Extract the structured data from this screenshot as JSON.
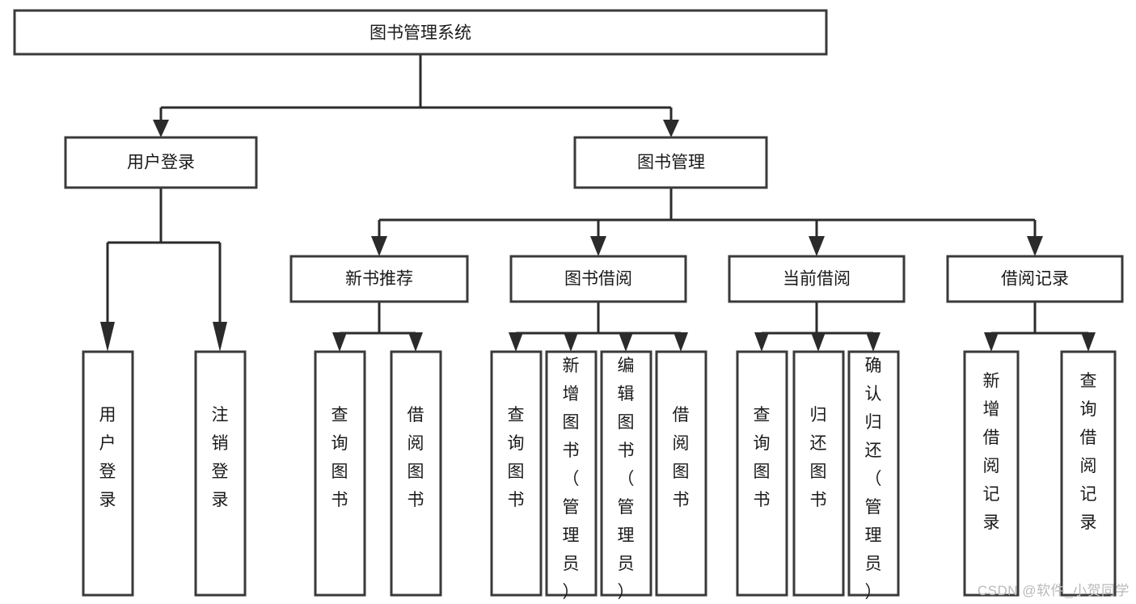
{
  "diagram": {
    "type": "tree-flowchart",
    "title": "图书管理系统",
    "watermark": "CSDN @软件_小贺同学",
    "colors": {
      "box_stroke": "#3a3a3a",
      "box_fill": "#ffffff",
      "connector": "#2b2b2b",
      "text": "#1a1a1a",
      "watermark": "#b9b9b9",
      "background": "#ffffff"
    },
    "levels": {
      "level1": "root",
      "level2": "modules",
      "level3": "sub-modules",
      "level4": "operations"
    },
    "nodes": {
      "root": {
        "label": "图书管理系统",
        "orientation": "horizontal"
      },
      "level2": [
        {
          "label": "用户登录",
          "orientation": "horizontal"
        },
        {
          "label": "图书管理",
          "orientation": "horizontal"
        }
      ],
      "level3": [
        {
          "label": "新书推荐",
          "orientation": "horizontal"
        },
        {
          "label": "图书借阅",
          "orientation": "horizontal"
        },
        {
          "label": "当前借阅",
          "orientation": "horizontal"
        },
        {
          "label": "借阅记录",
          "orientation": "horizontal"
        }
      ],
      "leaves": {
        "user_login": [
          {
            "label": "用户登录",
            "orientation": "vertical"
          },
          {
            "label": "注销登录",
            "orientation": "vertical"
          }
        ],
        "new_book_recommend": [
          {
            "label": "查询图书",
            "orientation": "vertical"
          },
          {
            "label": "借阅图书",
            "orientation": "vertical"
          }
        ],
        "book_borrow": [
          {
            "label": "查询图书",
            "orientation": "vertical"
          },
          {
            "label": "新增图书（管理员）",
            "orientation": "vertical"
          },
          {
            "label": "编辑图书（管理员）",
            "orientation": "vertical"
          },
          {
            "label": "借阅图书",
            "orientation": "vertical"
          }
        ],
        "current_borrow": [
          {
            "label": "查询图书",
            "orientation": "vertical"
          },
          {
            "label": "归还图书",
            "orientation": "vertical"
          },
          {
            "label": "确认归还（管理员）",
            "orientation": "vertical"
          }
        ],
        "borrow_record": [
          {
            "label": "新增借阅记录",
            "orientation": "vertical"
          },
          {
            "label": "查询借阅记录",
            "orientation": "vertical"
          }
        ]
      }
    }
  }
}
